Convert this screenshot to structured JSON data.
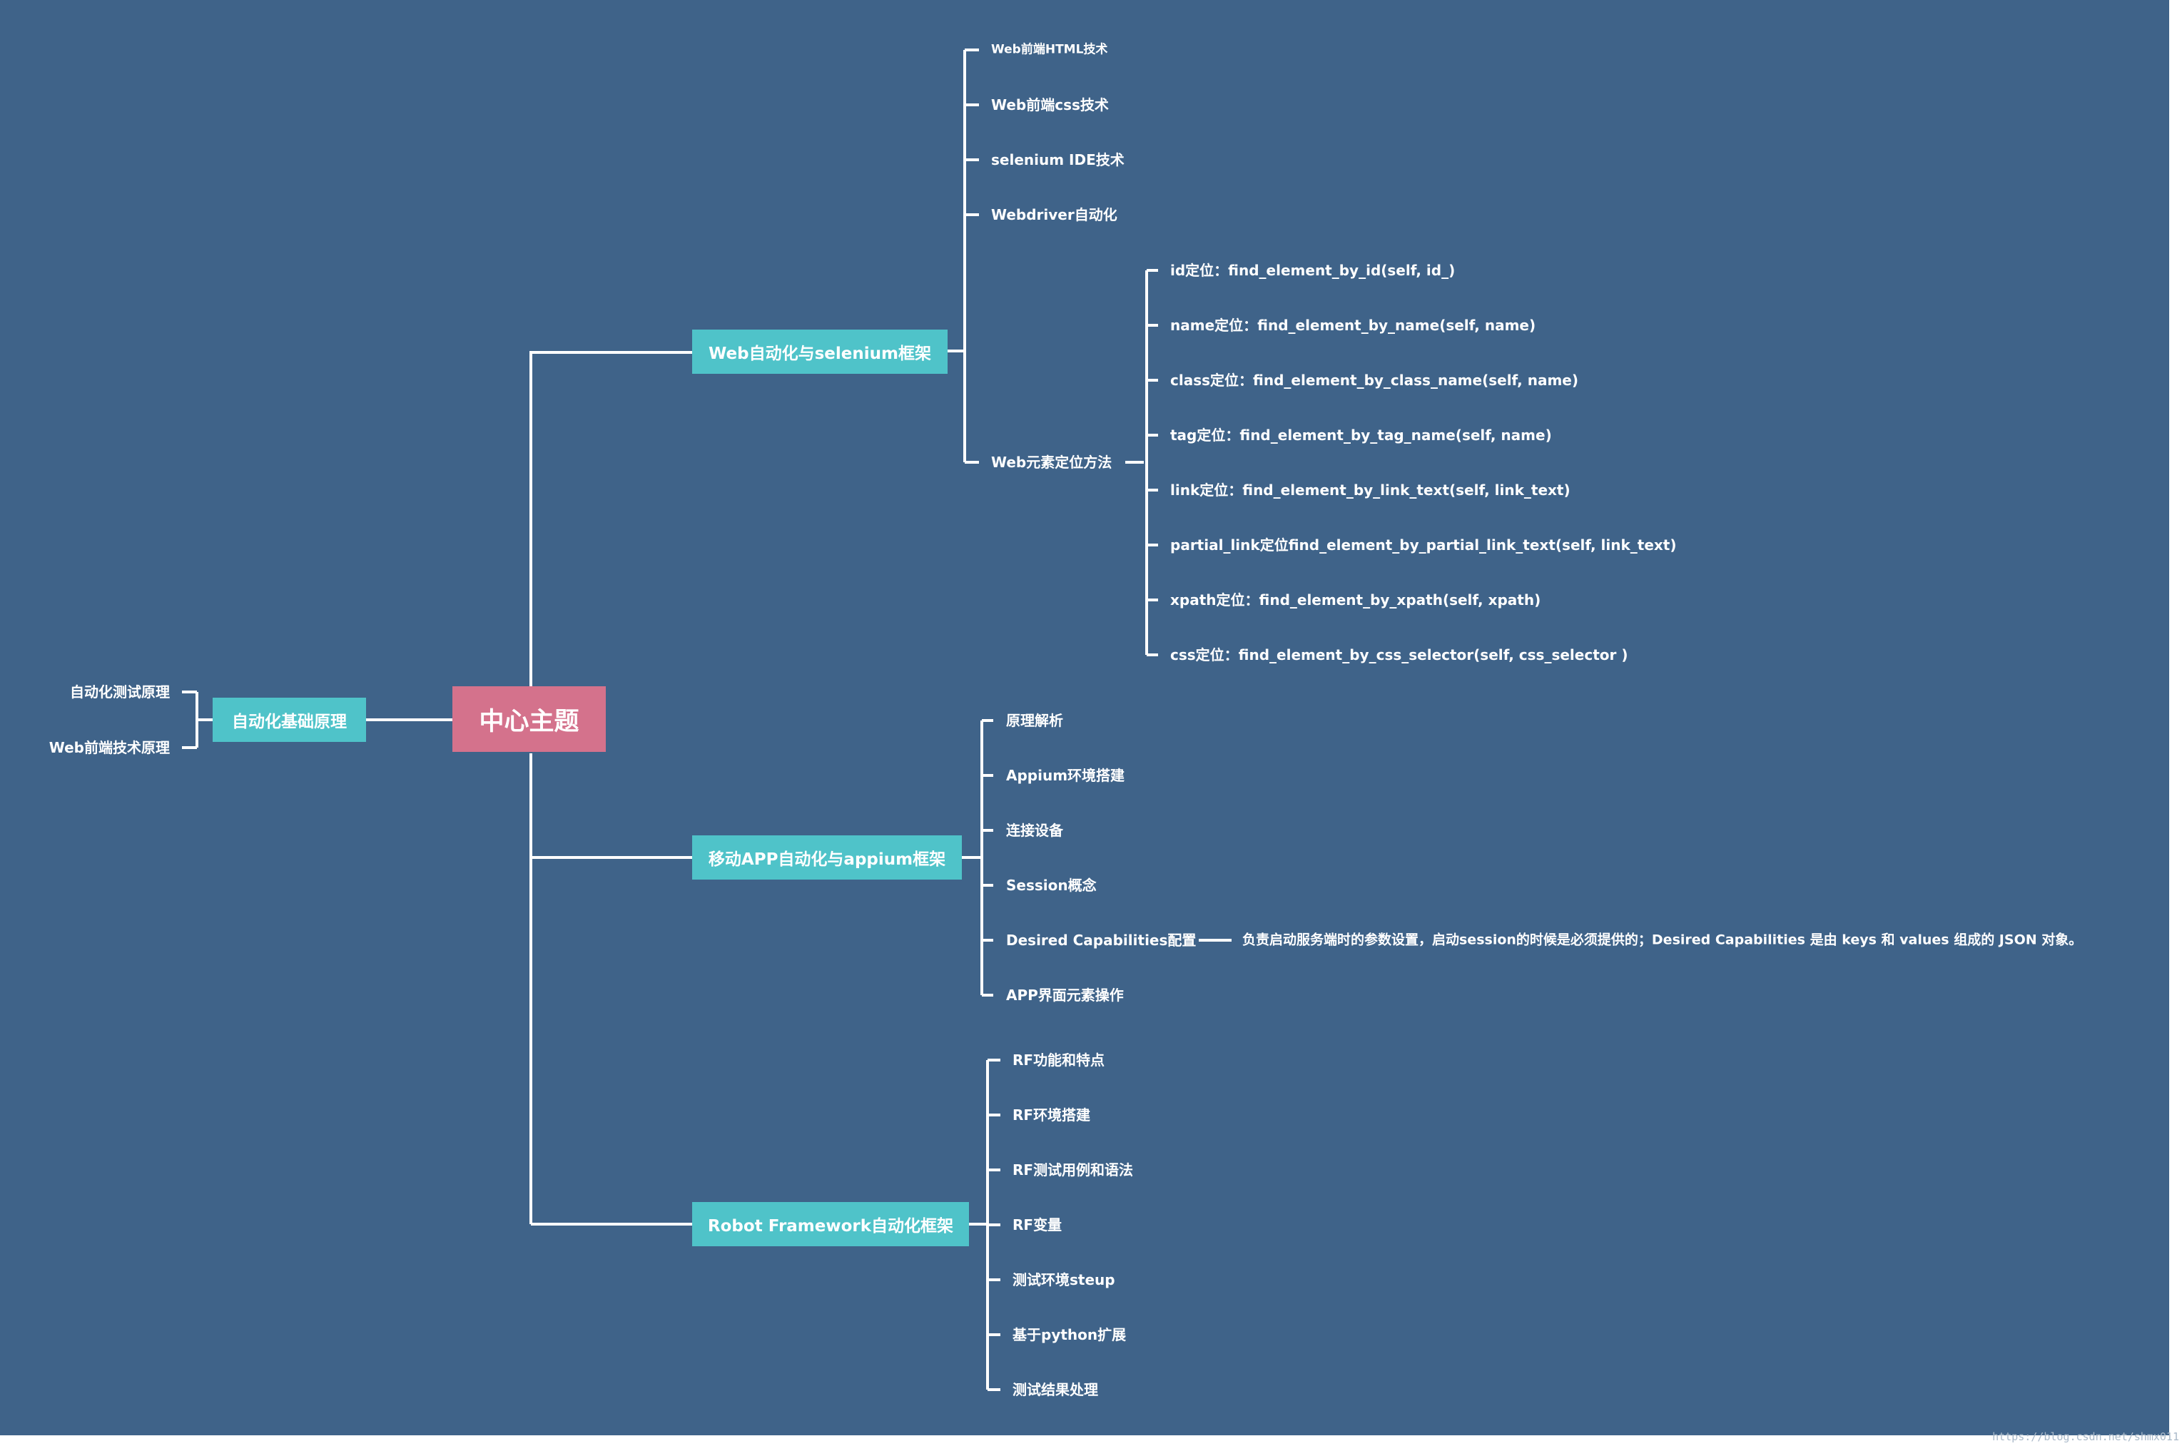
{
  "root": {
    "label": "中心主题"
  },
  "left": {
    "label": "自动化基础原理",
    "items": [
      "自动化测试原理",
      "Web前端技术原理"
    ]
  },
  "web": {
    "label": "Web自动化与selenium框架",
    "items": [
      "Web前端HTML技术",
      "Web前端css技术",
      "selenium IDE技术",
      "Webdriver自动化",
      "Web元素定位方法"
    ],
    "locators": [
      "id定位：find_element_by_id(self, id_)",
      "name定位：find_element_by_name(self, name)",
      "class定位：find_element_by_class_name(self, name)",
      "tag定位：find_element_by_tag_name(self, name)",
      "link定位：find_element_by_link_text(self, link_text)",
      "partial_link定位find_element_by_partial_link_text(self, link_text)",
      "xpath定位：find_element_by_xpath(self, xpath)",
      "css定位：find_element_by_css_selector(self, css_selector )"
    ]
  },
  "app": {
    "label": "移动APP自动化与appium框架",
    "items": [
      "原理解析",
      "Appium环境搭建",
      "连接设备",
      "Session概念",
      "Desired Capabilities配置",
      "APP界面元素操作"
    ],
    "desired_note": "负责启动服务端时的参数设置，启动session的时候是必须提供的；Desired Capabilities 是由 keys 和 values 组成的 JSON 对象。"
  },
  "rf": {
    "label": "Robot Framework自动化框架",
    "items": [
      "RF功能和特点",
      "RF环境搭建",
      "RF测试用例和语法",
      "RF变量",
      "测试环境steup",
      "基于python扩展",
      "测试结果处理"
    ]
  },
  "watermark": "https://blog.csdn.net/shmx011",
  "colors": {
    "background": "#3f6389",
    "root": "#d4728c",
    "main": "#4fc3c9",
    "line": "#ffffff"
  }
}
